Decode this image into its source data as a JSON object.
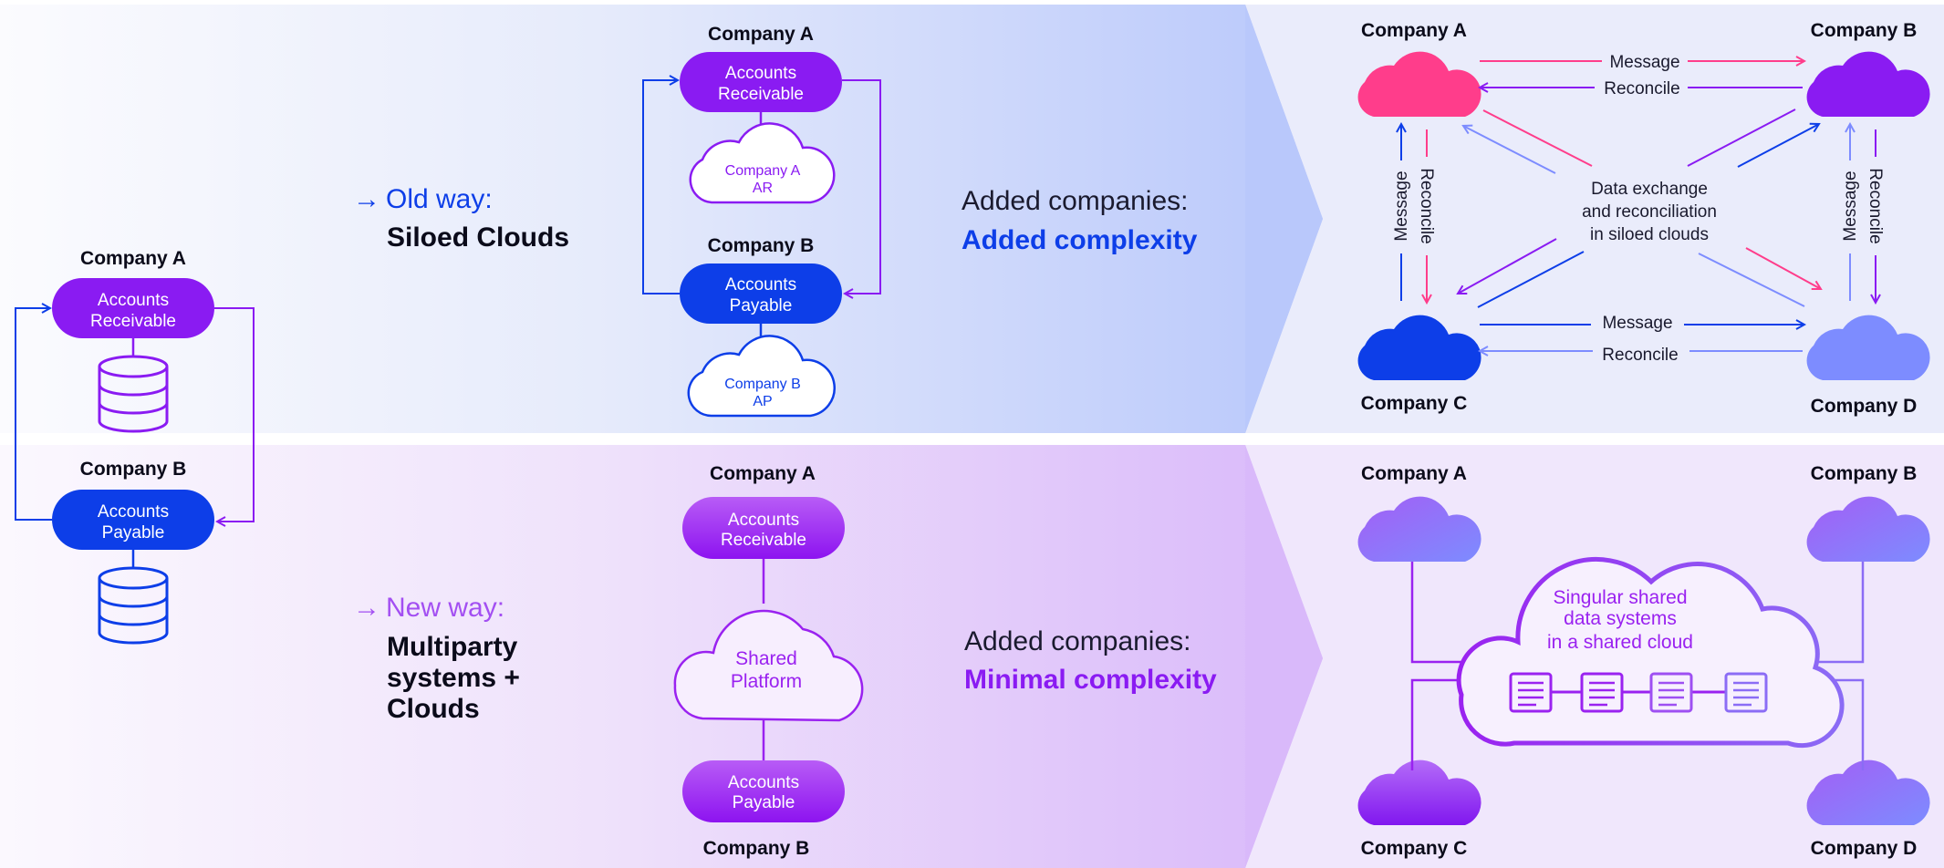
{
  "colors": {
    "pink": "#ff3d8b",
    "purple": "#8a1bf2",
    "violet": "#9a22f0",
    "blue": "#0d3ee8",
    "periwinkle": "#7d8cff",
    "text": "#0b0b1a"
  },
  "left": {
    "company_a": "Company A",
    "company_a_pill": [
      "Accounts",
      "Receivable"
    ],
    "company_b": "Company B",
    "company_b_pill": [
      "Accounts",
      "Payable"
    ],
    "database_icon": "database-icon"
  },
  "old": {
    "arrow": "→",
    "label": "Old way:",
    "title": "Siloed Clouds",
    "company_a": "Company A",
    "company_a_pill": [
      "Accounts",
      "Receivable"
    ],
    "company_a_cloud": [
      "Company A",
      "AR"
    ],
    "company_b": "Company B",
    "company_b_pill": [
      "Accounts",
      "Payable"
    ],
    "company_b_cloud": [
      "Company B",
      "AP"
    ],
    "added_label": "Added companies:",
    "added_value": "Added complexity",
    "net": {
      "company_a": "Company A",
      "company_b": "Company B",
      "company_c": "Company C",
      "company_d": "Company D",
      "message": "Message",
      "reconcile": "Reconcile",
      "center": [
        "Data exchange",
        "and reconciliation",
        "in siloed clouds"
      ]
    }
  },
  "new": {
    "arrow": "→",
    "label": "New way:",
    "title": [
      "Multiparty",
      "systems +",
      "Clouds"
    ],
    "company_a": "Company A",
    "company_a_pill": [
      "Accounts",
      "Receivable"
    ],
    "shared_platform": [
      "Shared",
      "Platform"
    ],
    "company_b": "Company B",
    "company_b_pill": [
      "Accounts",
      "Payable"
    ],
    "added_label": "Added companies:",
    "added_value": "Minimal complexity",
    "net": {
      "company_a": "Company A",
      "company_b": "Company B",
      "company_c": "Company C",
      "company_d": "Company D",
      "center": [
        "Singular shared",
        "data systems",
        "in a shared cloud"
      ],
      "document_icon": "document-icon"
    }
  }
}
